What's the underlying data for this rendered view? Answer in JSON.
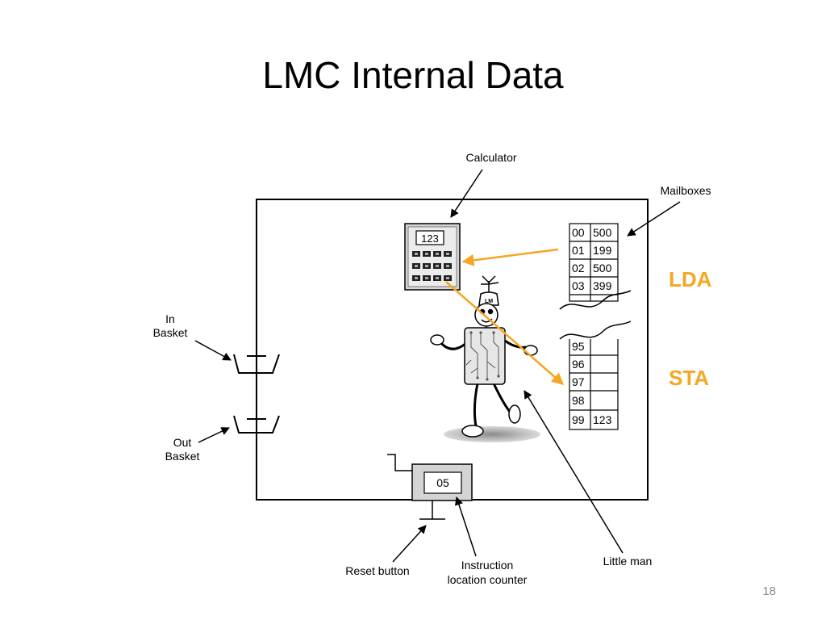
{
  "slide": {
    "title": "LMC Internal Data",
    "page_number": "18"
  },
  "diagram": {
    "labels": {
      "calculator": "Calculator",
      "mailboxes": "Mailboxes",
      "in_basket_line1": "In",
      "in_basket_line2": "Basket",
      "out_basket_line1": "Out",
      "out_basket_line2": "Basket",
      "reset_button": "Reset button",
      "counter_line1": "Instruction",
      "counter_line2": "location counter",
      "little_man": "Little man",
      "hat": "LM"
    },
    "calculator_display": "123",
    "counter_display": "05",
    "mailboxes_top": [
      {
        "address": "00",
        "value": "500"
      },
      {
        "address": "01",
        "value": "199"
      },
      {
        "address": "02",
        "value": "500"
      },
      {
        "address": "03",
        "value": "399"
      }
    ],
    "mailboxes_bottom": [
      {
        "address": "95",
        "value": ""
      },
      {
        "address": "96",
        "value": ""
      },
      {
        "address": "97",
        "value": ""
      },
      {
        "address": "98",
        "value": ""
      },
      {
        "address": "99",
        "value": "123"
      }
    ],
    "annotations": {
      "lda": "LDA",
      "sta": "STA",
      "color": "#f5a623"
    }
  }
}
